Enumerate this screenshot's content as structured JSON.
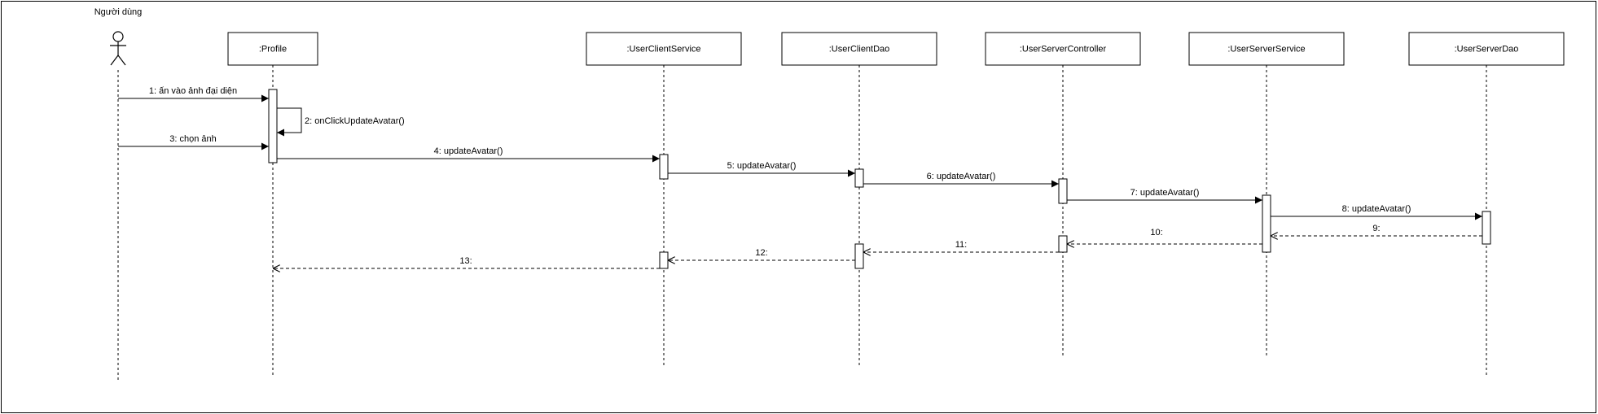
{
  "actor": {
    "name": "Người dùng"
  },
  "participants": [
    {
      "id": "profile",
      "label": ":Profile"
    },
    {
      "id": "clientService",
      "label": ":UserClientService"
    },
    {
      "id": "clientDao",
      "label": ":UserClientDao"
    },
    {
      "id": "serverController",
      "label": ":UserServerController"
    },
    {
      "id": "serverService",
      "label": ":UserServerService"
    },
    {
      "id": "serverDao",
      "label": ":UserServerDao"
    }
  ],
  "messages": [
    {
      "from": "actor",
      "to": "profile",
      "label": "1: ấn vào ảnh đại diện",
      "kind": "sync"
    },
    {
      "from": "profile",
      "to": "profile",
      "label": "2: onClickUpdateAvatar()",
      "kind": "self"
    },
    {
      "from": "actor",
      "to": "profile",
      "label": "3: chọn ảnh",
      "kind": "sync"
    },
    {
      "from": "profile",
      "to": "clientService",
      "label": "4: updateAvatar()",
      "kind": "sync"
    },
    {
      "from": "clientService",
      "to": "clientDao",
      "label": "5: updateAvatar()",
      "kind": "sync"
    },
    {
      "from": "clientDao",
      "to": "serverController",
      "label": "6: updateAvatar()",
      "kind": "sync"
    },
    {
      "from": "serverController",
      "to": "serverService",
      "label": "7: updateAvatar()",
      "kind": "sync"
    },
    {
      "from": "serverService",
      "to": "serverDao",
      "label": "8: updateAvatar()",
      "kind": "sync"
    },
    {
      "from": "serverDao",
      "to": "serverService",
      "label": "9:",
      "kind": "return"
    },
    {
      "from": "serverService",
      "to": "serverController",
      "label": "10:",
      "kind": "return"
    },
    {
      "from": "serverController",
      "to": "clientDao",
      "label": "11:",
      "kind": "return"
    },
    {
      "from": "clientDao",
      "to": "clientService",
      "label": "12:",
      "kind": "return"
    },
    {
      "from": "clientService",
      "to": "profile",
      "label": "13:",
      "kind": "return"
    }
  ]
}
